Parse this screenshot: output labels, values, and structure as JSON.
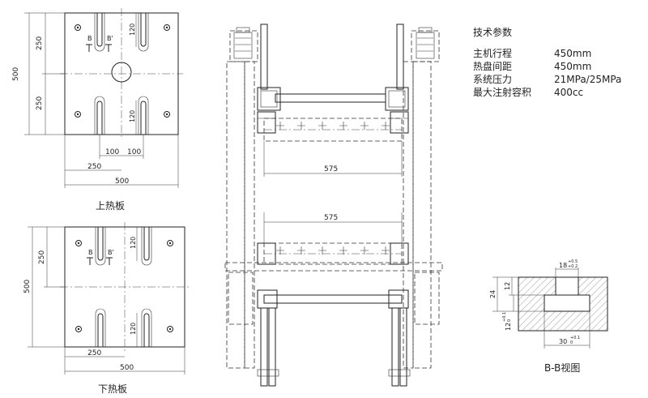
{
  "top_plate": {
    "caption": "上热板",
    "dim_width": "500",
    "dim_half_width": "250",
    "dim_slot_left": "100",
    "dim_slot_right": "100",
    "dim_height": "500",
    "dim_half_height_top": "250",
    "dim_half_height_bottom": "250",
    "dim_slot_top": "120",
    "dim_slot_bottom": "120",
    "section_mark_left": "B",
    "section_mark_right": "B'"
  },
  "bottom_plate": {
    "caption": "下热板",
    "dim_width": "500",
    "dim_half_width": "250",
    "dim_height": "500",
    "dim_half_height": "250",
    "dim_slot_top": "120",
    "dim_slot_bottom": "120",
    "section_mark_left": "B",
    "section_mark_right": "B'"
  },
  "press": {
    "dim_top_span": "575",
    "dim_bottom_span": "575"
  },
  "specs": {
    "title": "技术参数",
    "rows": [
      {
        "label": "主机行程",
        "value": "450mm"
      },
      {
        "label": "热盘间距",
        "value": "450mm"
      },
      {
        "label": "系统压力",
        "value": "21MPa/25MPa"
      },
      {
        "label": "最大注射容积",
        "value": "400cc"
      }
    ]
  },
  "section": {
    "caption": "B-B视图",
    "dim_top_width": "18",
    "dim_top_tol_upper": "+0.5",
    "dim_top_tol_lower": "+0.2",
    "dim_depth_24": "24",
    "dim_depth_12": "12",
    "dim_slot_height": "12",
    "dim_slot_height_tol_upper": "+0.1",
    "dim_slot_height_tol_lower": "0",
    "dim_bottom_width": "30",
    "dim_bottom_tol_upper": "+0.1",
    "dim_bottom_tol_lower": "0"
  }
}
